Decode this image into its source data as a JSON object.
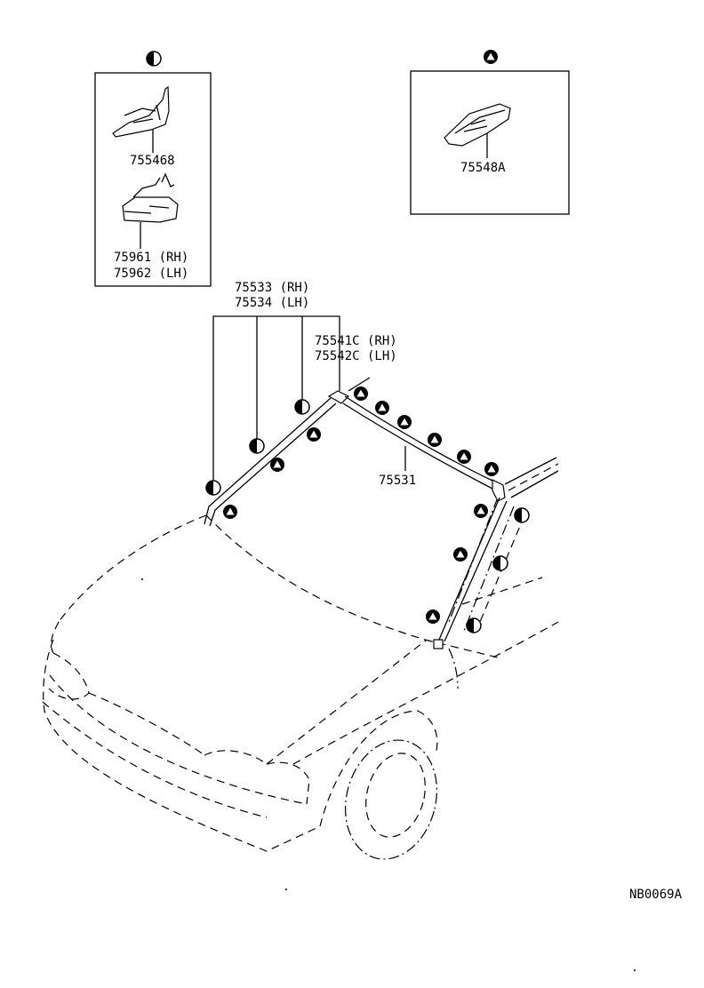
{
  "legend": {
    "half_circle_symbol": "half-filled-circle",
    "triangle_symbol": "filled-circle-with-white-triangle"
  },
  "parts": {
    "clip_755468": "755468",
    "clip_rh": "75961 (RH)",
    "clip_lh": "75962 (LH)",
    "clip_75548A": "75548A",
    "pillar_rh": "75533 (RH)",
    "pillar_lh": "75534 (LH)",
    "corner_rh": "75541C (RH)",
    "corner_lh": "75542C (LH)",
    "roof_molding": "75531"
  },
  "diagram_code": "NB0069A"
}
